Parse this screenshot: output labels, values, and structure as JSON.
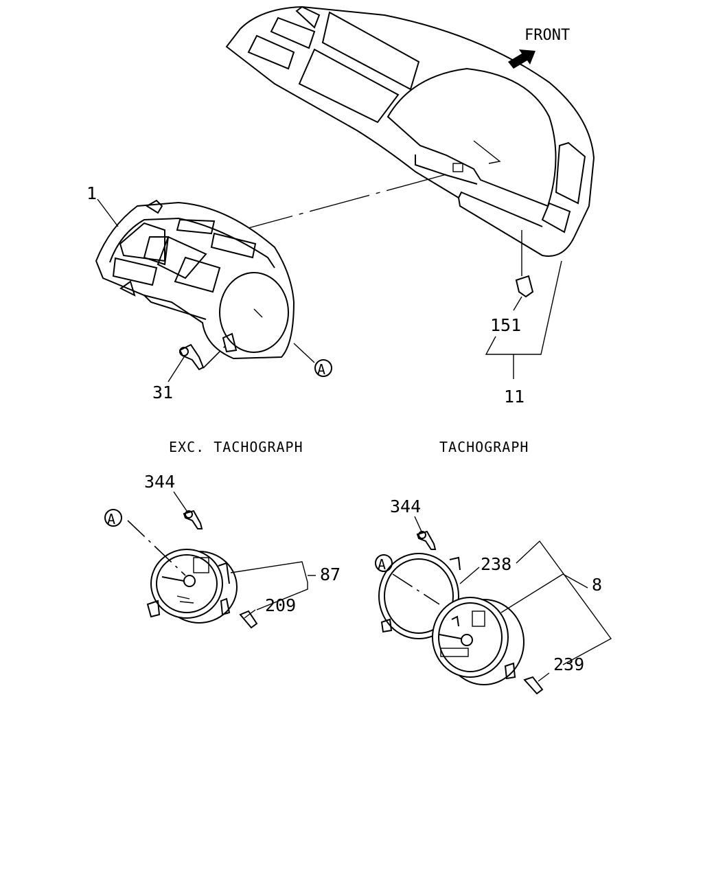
{
  "front_label": "FRONT",
  "captions": {
    "exc_tachograph": "EXC. TACHOGRAPH",
    "tachograph": "TACHOGRAPH"
  },
  "part_numbers": {
    "cluster": "1",
    "cluster_screw": "31",
    "dash_panel": "11",
    "clip": "151",
    "speedo_screw": "344",
    "speedometer": "87",
    "speedo_bulb": "209",
    "tacho_screw": "344",
    "tacho_bezel": "238",
    "tachograph_meter": "8",
    "tacho_bulb": "239"
  },
  "ref_marker": "A",
  "colors": {
    "line": "#000000",
    "background": "#ffffff"
  }
}
